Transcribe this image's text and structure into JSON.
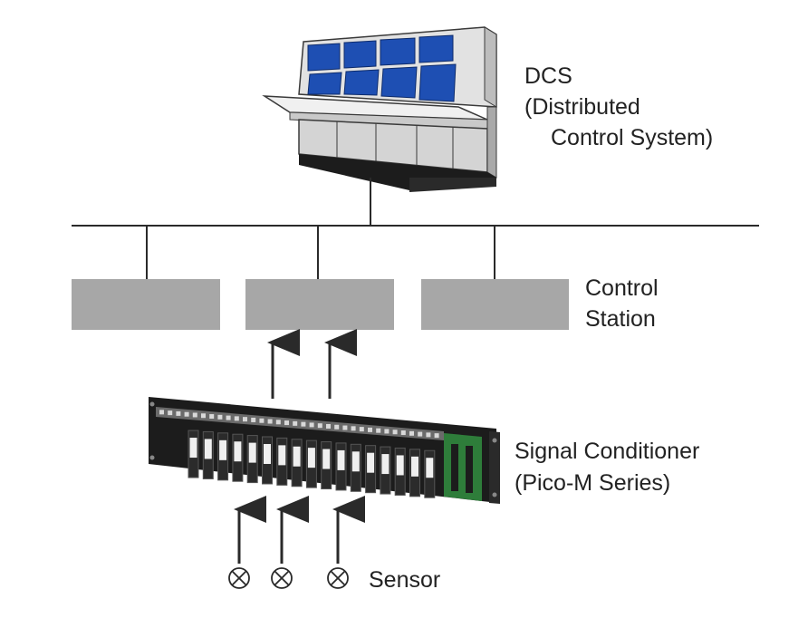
{
  "labels": {
    "dcs_line1": "DCS",
    "dcs_line2": "(Distributed",
    "dcs_line3": "Control System)",
    "control_station_line1": "Control",
    "control_station_line2": "Station",
    "signal_conditioner_line1": "Signal Conditioner",
    "signal_conditioner_line2": "(Pico-M Series)",
    "sensor": "Sensor"
  },
  "colors": {
    "station_box": "#a7a7a7",
    "screen_blue": "#1e4fb3",
    "console_body": "#d4d4d4",
    "line": "#2a2a2a",
    "pcb_green": "#2e7d3a",
    "rack_dark": "#1c1c1c"
  },
  "icons": {
    "sensor": "circle-x-icon",
    "arrow": "arrow-up-icon",
    "console": "control-console-icon",
    "conditioner": "signal-conditioner-rack-icon"
  }
}
